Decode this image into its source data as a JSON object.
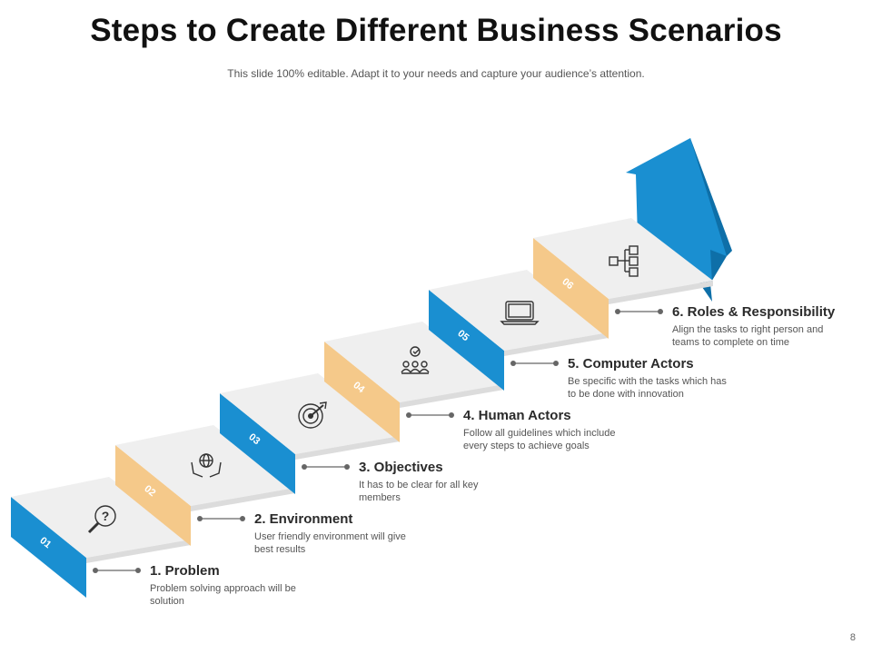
{
  "title": "Steps to Create Different Business Scenarios",
  "subtitle": "This slide 100% editable. Adapt it to your needs and capture your audience’s attention.",
  "page_number": "8",
  "colors": {
    "blue": "#1a8fd1",
    "orange": "#f5c98a",
    "tread": "#efefef",
    "arrow": "#1a8fd1",
    "connector": "#666666"
  },
  "steps": [
    {
      "number": "01",
      "title": "1. Problem",
      "description": "Problem solving approach will be solution",
      "icon": "magnifier-question-icon"
    },
    {
      "number": "02",
      "title": "2. Environment",
      "description": "User friendly environment will give best results",
      "icon": "hands-globe-icon"
    },
    {
      "number": "03",
      "title": "3. Objectives",
      "description": "It has to be clear for all key members",
      "icon": "target-arrow-icon"
    },
    {
      "number": "04",
      "title": "4. Human Actors",
      "description": "Follow all guidelines which include every steps to achieve goals",
      "icon": "team-check-icon"
    },
    {
      "number": "05",
      "title": "5. Computer Actors",
      "description": "Be specific with the tasks which has to be done with innovation",
      "icon": "laptop-icon"
    },
    {
      "number": "06",
      "title": "6. Roles & Responsibility",
      "description": "Align the tasks to right person and teams to complete on time",
      "icon": "org-chart-icon"
    }
  ]
}
